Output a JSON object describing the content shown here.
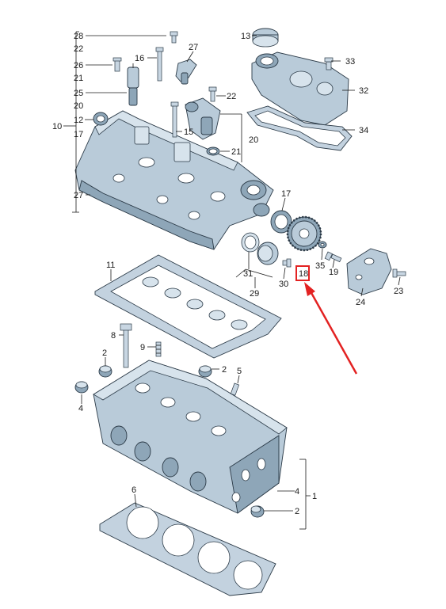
{
  "accent_color": "#e32222",
  "highlighted_part": "18",
  "callouts": {
    "c28": "28",
    "c22a": "22",
    "c26": "26",
    "c21a": "21",
    "c25": "25",
    "c20a": "20",
    "c10": "10",
    "c12": "12",
    "c17a": "17",
    "c27a": "27",
    "c16": "16",
    "c13": "13",
    "c33": "33",
    "c22b": "22",
    "c32": "32",
    "c15": "15",
    "c20b": "20",
    "c21b": "21",
    "c34": "34",
    "c27b": "27",
    "c17b": "17",
    "c18": "18",
    "c35": "35",
    "c19": "19",
    "c31": "31",
    "c30": "30",
    "c29": "29",
    "c24": "24",
    "c23": "23",
    "c11": "11",
    "c8": "8",
    "c9": "9",
    "c2a": "2",
    "c2b": "2",
    "c4a": "4",
    "c5": "5",
    "c6": "6",
    "c4b": "4",
    "c1": "1",
    "c2c": "2"
  },
  "icons": [
    "highlight-box",
    "red-arrow"
  ]
}
